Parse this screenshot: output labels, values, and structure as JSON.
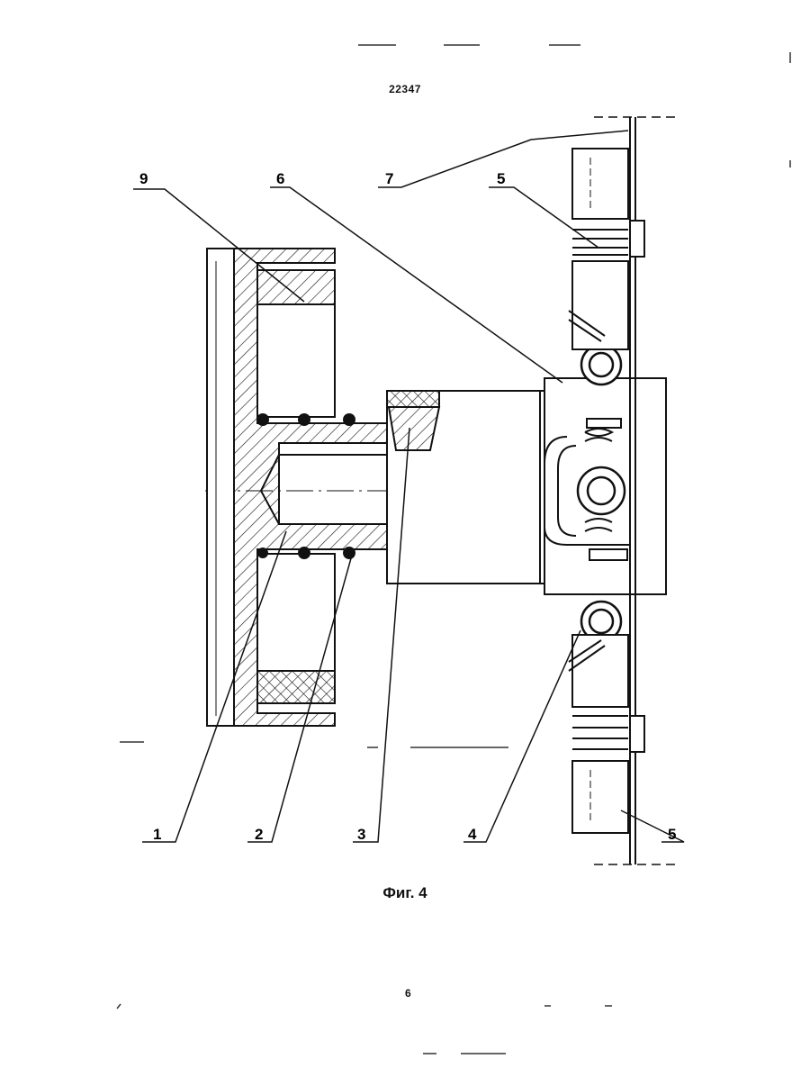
{
  "document": {
    "number": "22347",
    "figure_caption": "Фиг. 4",
    "page_number": "6"
  },
  "callouts": [
    "1",
    "2",
    "3",
    "4",
    "5",
    "5",
    "6",
    "7",
    "9"
  ]
}
